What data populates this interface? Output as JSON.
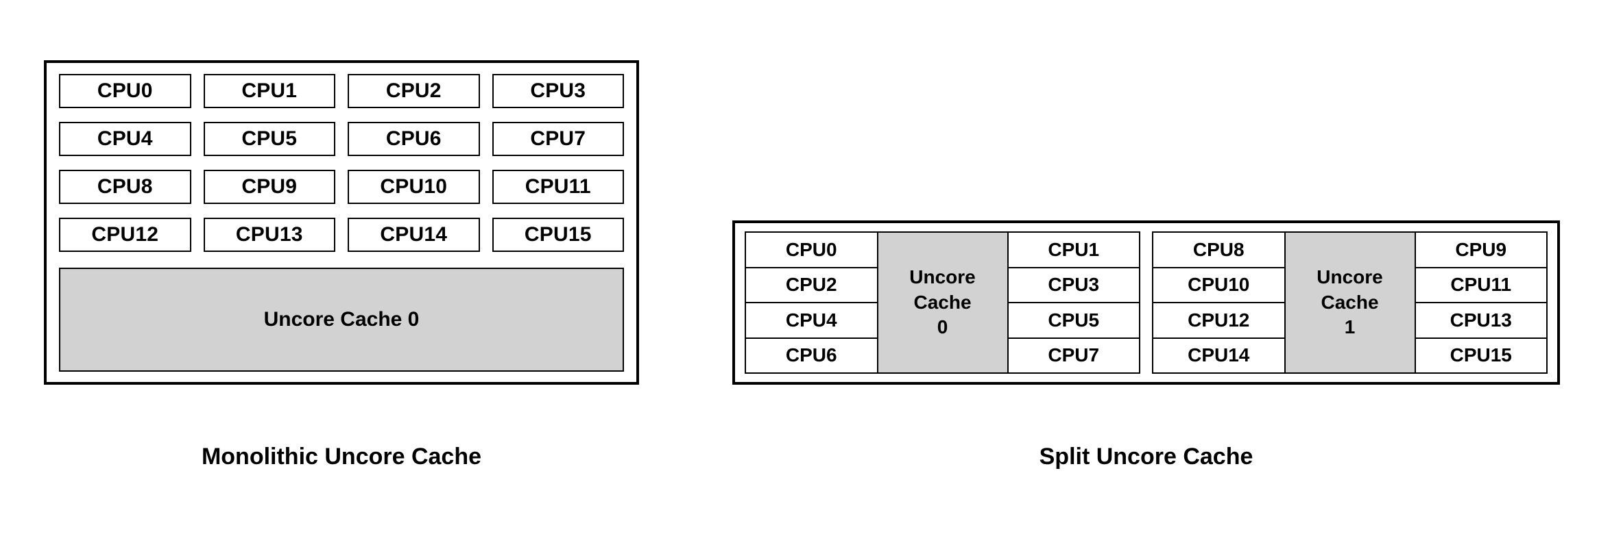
{
  "figures": [
    {
      "id": "monolithic",
      "caption": "Monolithic Uncore Cache",
      "cpu_rows": [
        [
          "CPU0",
          "CPU1",
          "CPU2",
          "CPU3"
        ],
        [
          "CPU4",
          "CPU5",
          "CPU6",
          "CPU7"
        ],
        [
          "CPU8",
          "CPU9",
          "CPU10",
          "CPU11"
        ],
        [
          "CPU12",
          "CPU13",
          "CPU14",
          "CPU15"
        ]
      ],
      "cache_label": "Uncore Cache 0"
    },
    {
      "id": "split",
      "caption": "Split Uncore Cache",
      "clusters": [
        {
          "left_column": [
            "CPU0",
            "CPU2",
            "CPU4",
            "CPU6"
          ],
          "cache_lines": [
            "Uncore",
            "Cache",
            "0"
          ],
          "right_column": [
            "CPU1",
            "CPU3",
            "CPU5",
            "CPU7"
          ]
        },
        {
          "left_column": [
            "CPU8",
            "CPU10",
            "CPU12",
            "CPU14"
          ],
          "cache_lines": [
            "Uncore",
            "Cache",
            "1"
          ],
          "right_column": [
            "CPU9",
            "CPU11",
            "CPU13",
            "CPU15"
          ]
        }
      ]
    }
  ],
  "colors": {
    "cache_fill": "#d2d2d2",
    "stroke": "#000000",
    "background": "#ffffff",
    "text": "#000000"
  }
}
